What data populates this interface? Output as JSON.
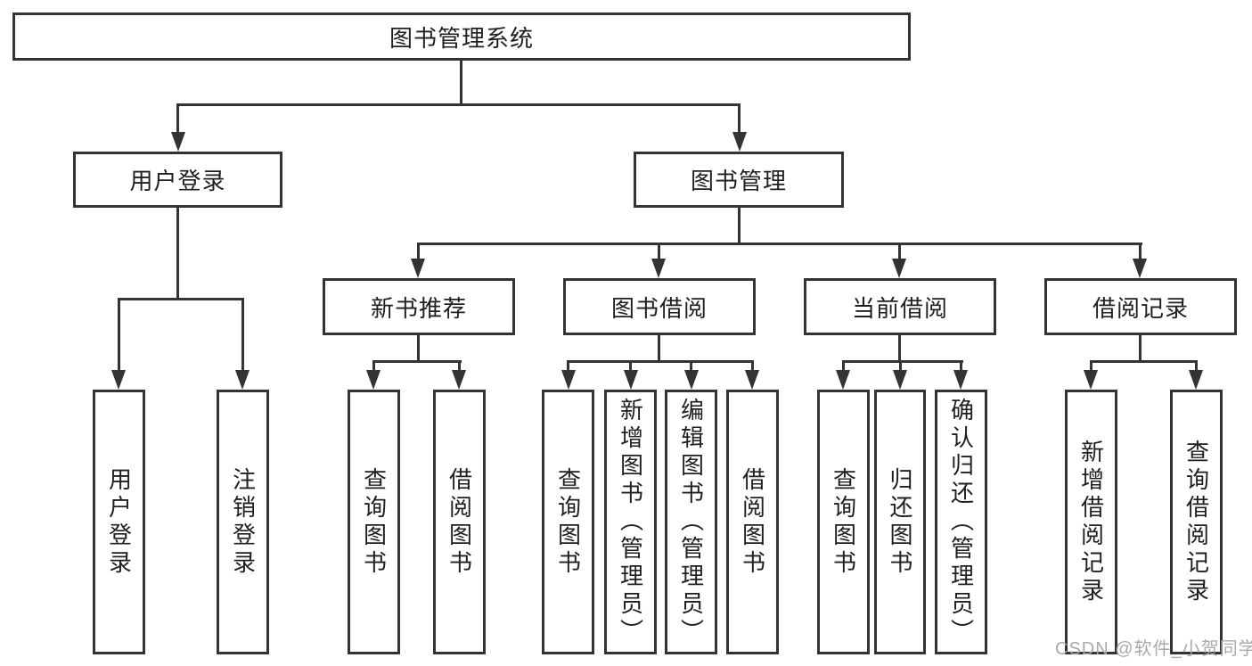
{
  "title": "图书管理系统",
  "watermark": "CSDN @软件_小贺同学",
  "colors": {
    "line": "#333333",
    "box_border": "#333333",
    "text": "#1f1f1f",
    "background": "#ffffff",
    "watermark": "#a5a5a5"
  },
  "tree": {
    "root": {
      "label": "图书管理系统"
    },
    "branches": [
      {
        "label": "用户登录",
        "children": [
          {
            "label": "用户登录"
          },
          {
            "label": "注销登录"
          }
        ]
      },
      {
        "label": "图书管理",
        "children": [
          {
            "label": "新书推荐",
            "children": [
              {
                "label": "查询图书"
              },
              {
                "label": "借阅图书"
              }
            ]
          },
          {
            "label": "图书借阅",
            "children": [
              {
                "label": "查询图书"
              },
              {
                "label": "新增图书（管理员）"
              },
              {
                "label": "编辑图书（管理员）"
              },
              {
                "label": "借阅图书"
              }
            ]
          },
          {
            "label": "当前借阅",
            "children": [
              {
                "label": "查询图书"
              },
              {
                "label": "归还图书"
              },
              {
                "label": "确认归还（管理员）"
              }
            ]
          },
          {
            "label": "借阅记录",
            "children": [
              {
                "label": "新增借阅记录"
              },
              {
                "label": "查询借阅记录"
              }
            ]
          }
        ]
      }
    ]
  }
}
